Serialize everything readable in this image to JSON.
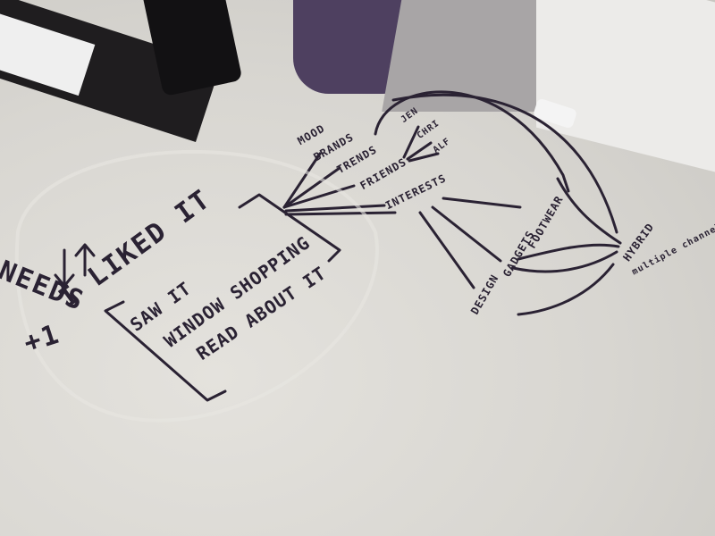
{
  "notes": {
    "needs": "NEEDS",
    "i_liked_it": "I LIKED IT",
    "saw_it": "SAW IT",
    "window_shopping": "WINDOW SHOPPING",
    "read_about_it": "READ ABOUT IT",
    "mood": "MOOD",
    "brands": "BRANDS",
    "trends": "TRENDS",
    "friends": "FRIENDS",
    "interests": "INTERESTS",
    "friend_1": "JEN",
    "friend_2": "CHRI",
    "friend_3": "ALF",
    "design": "DESIGN",
    "gadgets": "GADGETS",
    "footwear": "FOOTWEAR",
    "hybrid": "HYBRID",
    "multiple_channels": "multiple channels"
  },
  "colors": {
    "ink": "#2a2233",
    "surface": "#d9d7d2",
    "mug": "#4e4060"
  }
}
